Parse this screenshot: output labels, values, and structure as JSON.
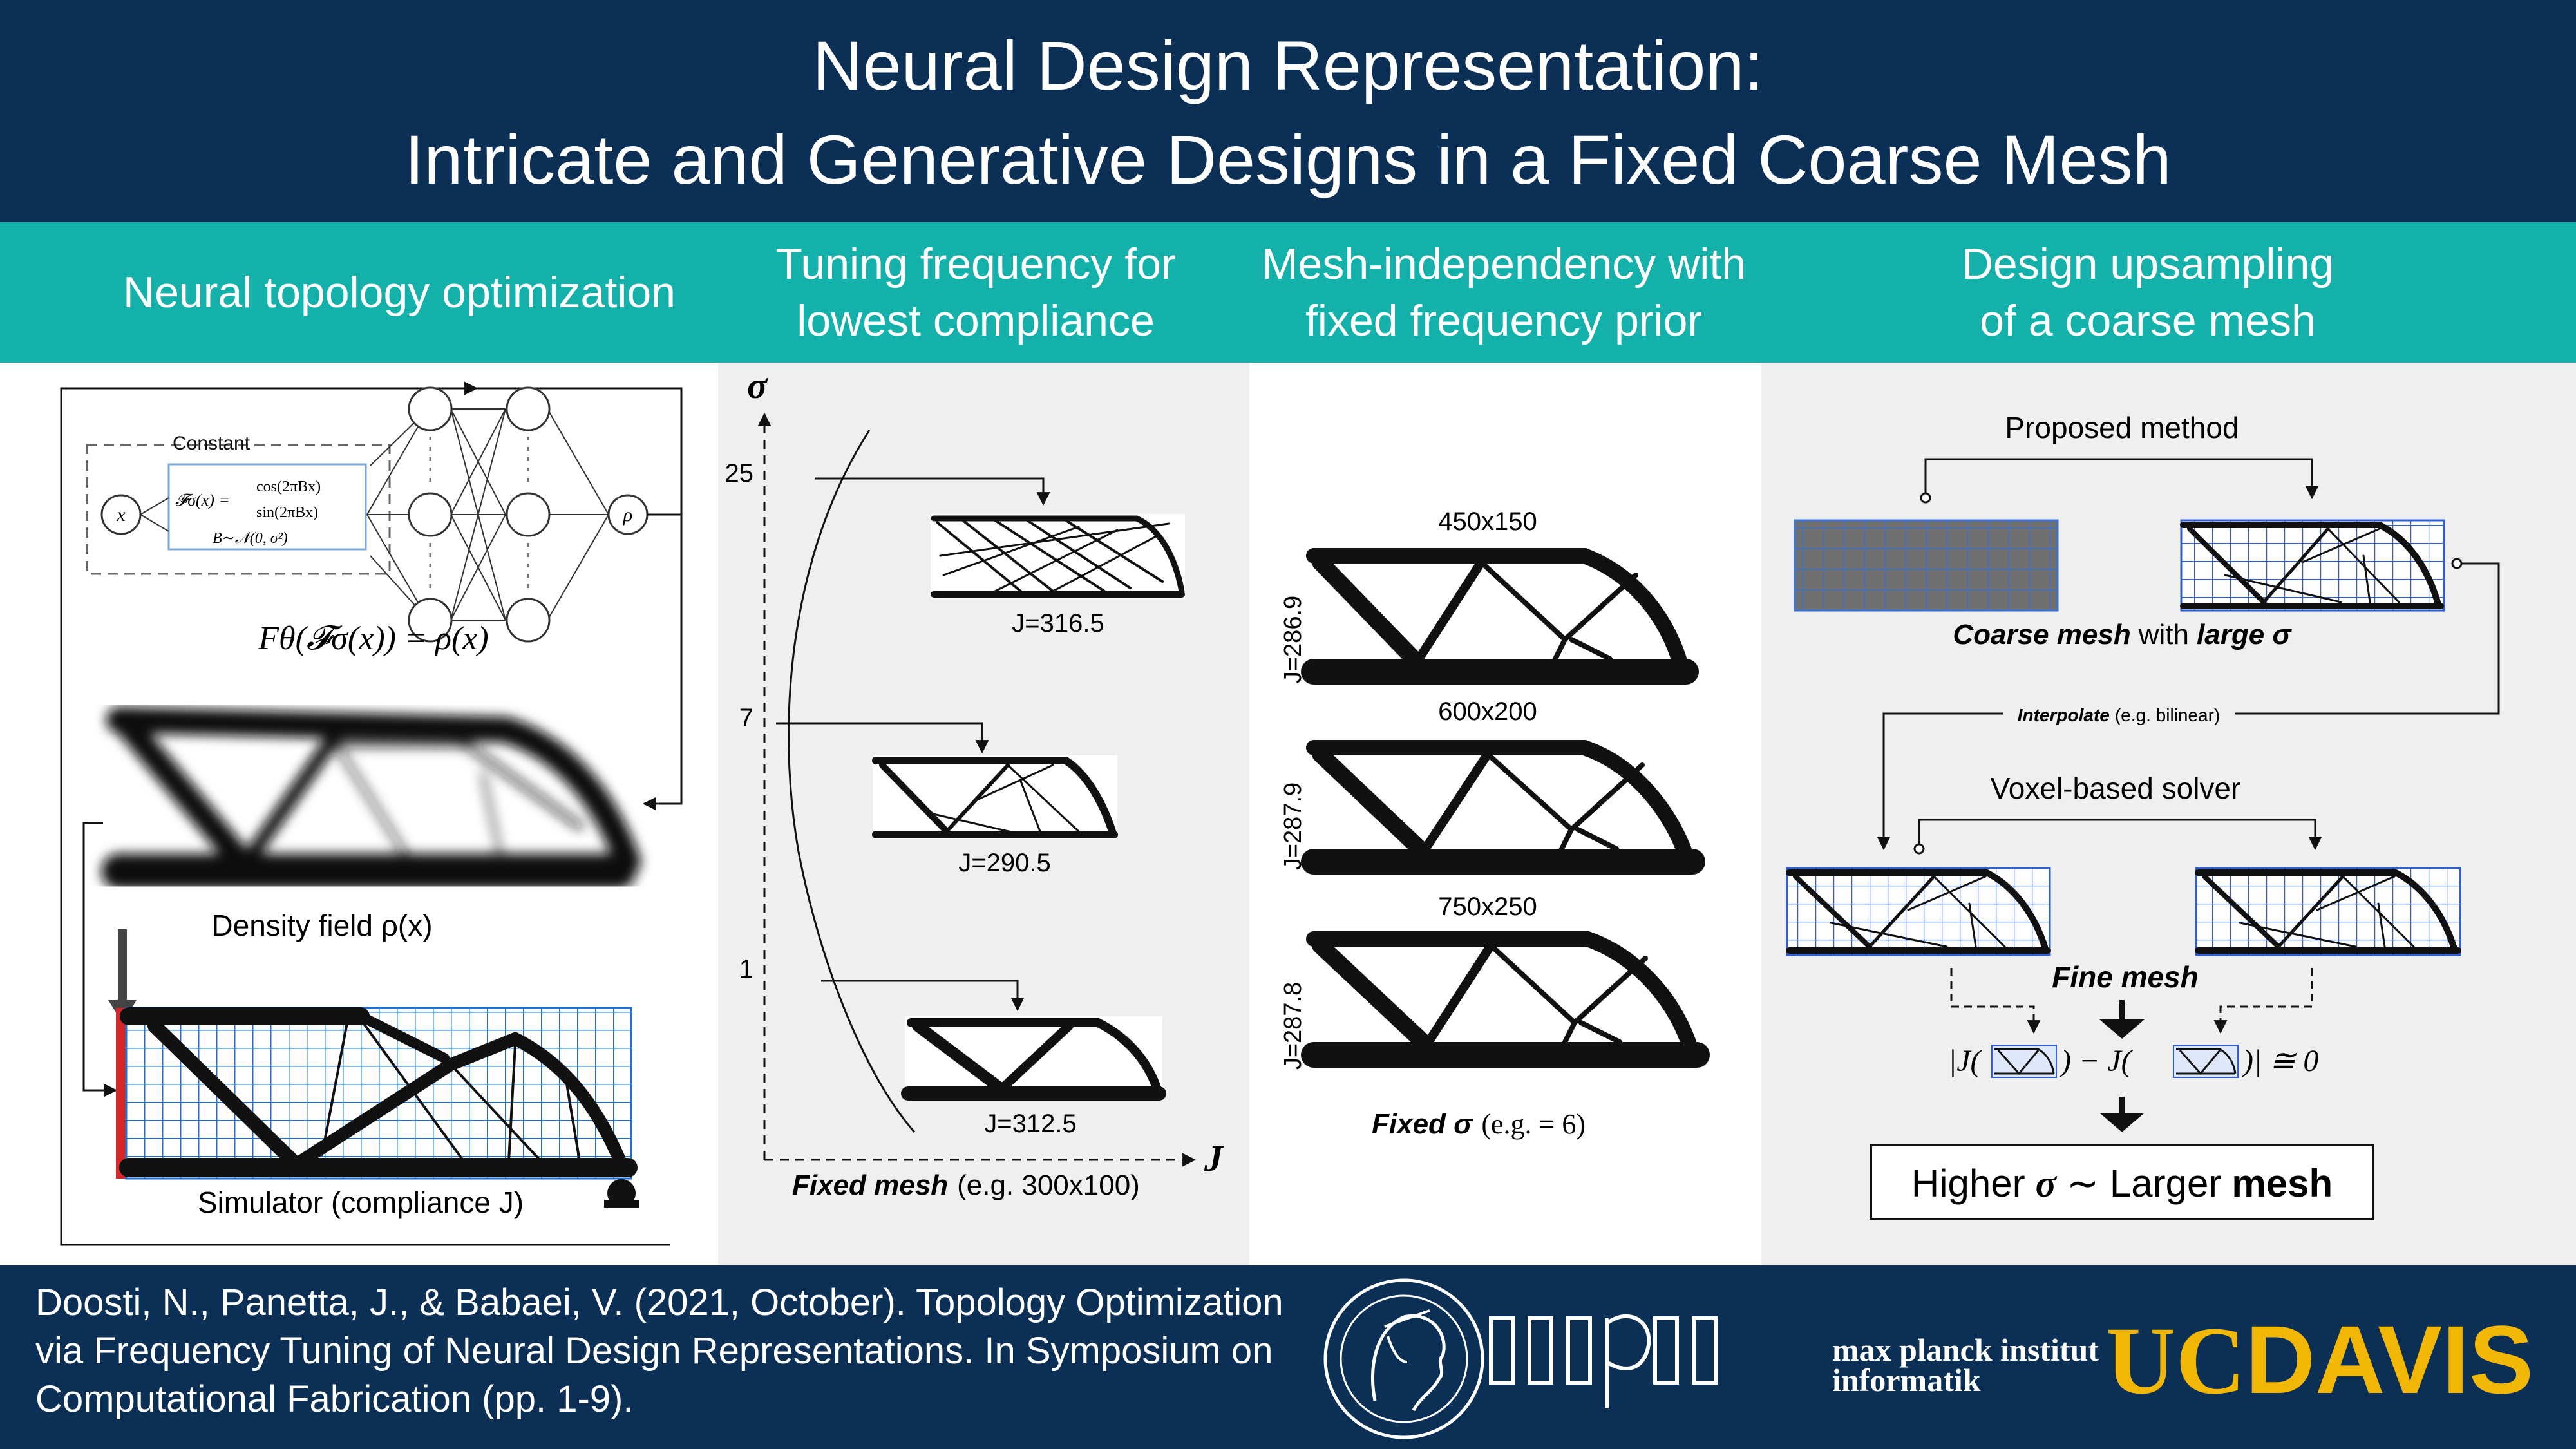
{
  "header": {
    "title_line1": "Neural Design Representation:",
    "title_line2": "Intricate and Generative Designs in a Fixed Coarse Mesh"
  },
  "sections": [
    {
      "line1": "Neural topology optimization",
      "line2": ""
    },
    {
      "line1": "Tuning frequency for",
      "line2": "lowest compliance"
    },
    {
      "line1": "Mesh-independency with",
      "line2": "fixed frequency prior"
    },
    {
      "line1": "Design upsampling",
      "line2": "of a coarse mesh"
    }
  ],
  "panel1": {
    "constant_label": "Constant",
    "input_x": "x",
    "output_rho": "ρ",
    "fourier_lhs": "𝓕σ(x) =",
    "fourier_top": "cos(2πBx)",
    "fourier_bottom": "sin(2πBx)",
    "fourier_dist": "B∼𝒩(0, σ²)",
    "equation": "Fθ(𝓕σ(x)) = ρ(x)",
    "density_label": "Density field ρ(x)",
    "simulator_label": "Simulator (compliance J)"
  },
  "panel2": {
    "axis_sigma": "σ",
    "axis_j": "J",
    "ticks": [
      "25",
      "7",
      "1"
    ],
    "results": [
      "J=316.5",
      "J=290.5",
      "J=312.5"
    ],
    "fixed_mesh_bold": "Fixed mesh",
    "fixed_mesh_rest": "(e.g. 300x100)"
  },
  "panel3": {
    "meshes": [
      {
        "size": "450x150",
        "j": "J=286.9"
      },
      {
        "size": "600x200",
        "j": "J=287.9"
      },
      {
        "size": "750x250",
        "j": "J=287.8"
      }
    ],
    "fixed_sigma_bold": "Fixed σ",
    "fixed_sigma_rest": "(e.g. = 6)"
  },
  "panel4": {
    "proposed": "Proposed method",
    "coarse_bold1": "Coarse mesh",
    "coarse_mid": "with",
    "coarse_bold2": "large σ",
    "interp_bold": "Interpolate",
    "interp_rest": "(e.g. bilinear)",
    "voxel": "Voxel-based solver",
    "fine": "Fine mesh",
    "eq_left": "|J(",
    "eq_mid": ") − J(",
    "eq_right": ")| ≅ 0",
    "box_higher": "Higher",
    "box_sigma": "σ",
    "box_tilde": "∼ Larger",
    "box_mesh": "mesh"
  },
  "footer": {
    "citation": "Doosti, N., Panetta, J., & Babaei, V. (2021, October). Topology Optimization via Frequency Tuning of Neural Design Representations. In Symposium on Computational Fabrication (pp. 1-9).",
    "mpi_line1": "max planck institut",
    "mpi_line2": "informatik",
    "ucd_uc": "UC",
    "ucd_davis": "DAVIS"
  },
  "colors": {
    "navy": "#0b2f55",
    "teal": "#14b1ab",
    "grid_blue": "#1f6fd1",
    "red": "#d62828",
    "gold": "#f2b705"
  }
}
